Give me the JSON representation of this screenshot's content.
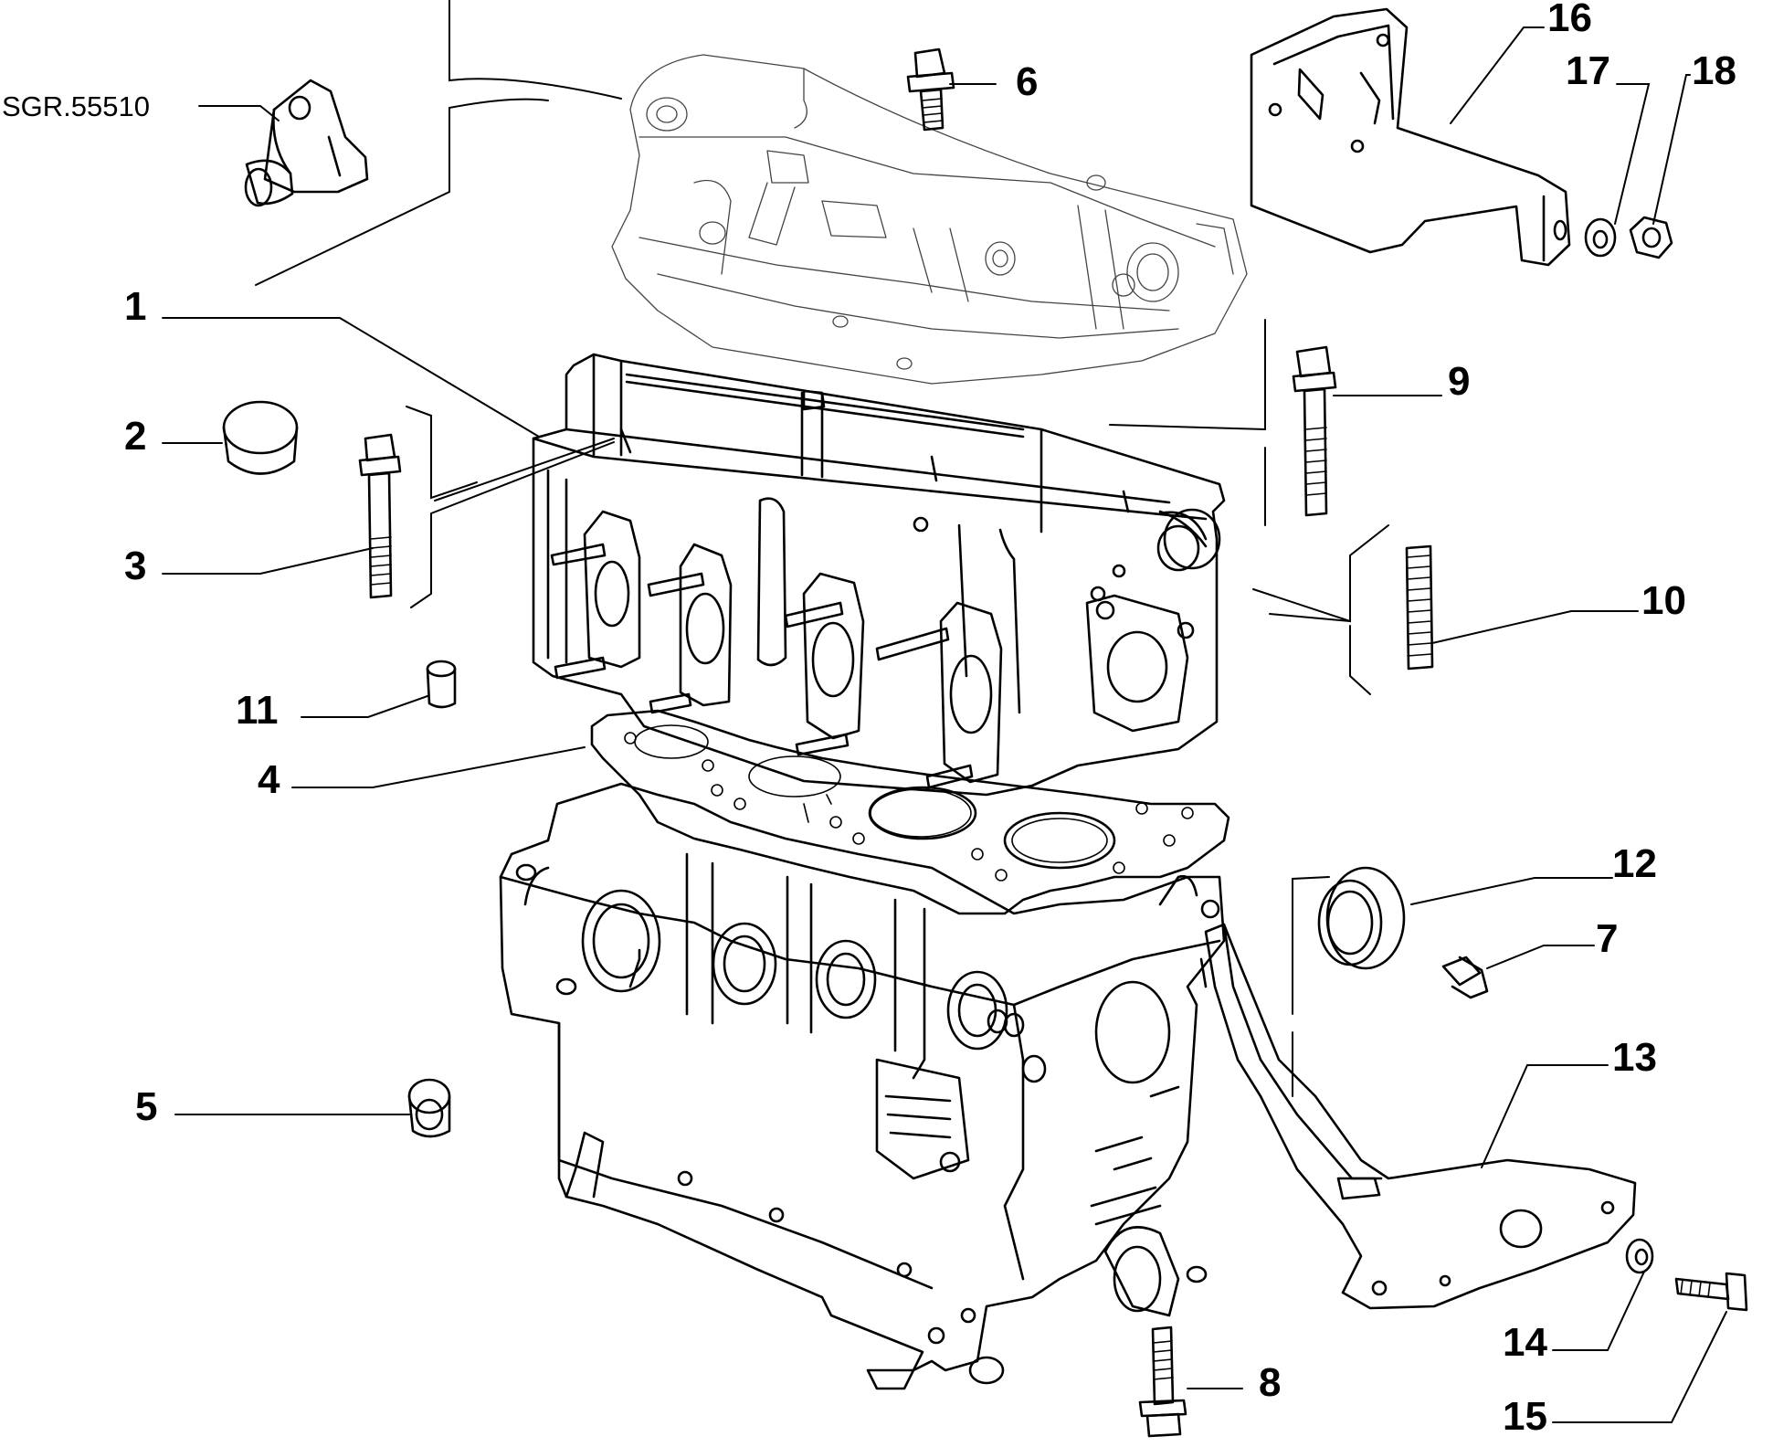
{
  "diagram": {
    "ref_code": "SGR.55510",
    "callouts": {
      "c1": "1",
      "c2": "2",
      "c3": "3",
      "c4": "4",
      "c5": "5",
      "c6": "6",
      "c7": "7",
      "c8": "8",
      "c9": "9",
      "c10": "10",
      "c11": "11",
      "c12": "12",
      "c13": "13",
      "c14": "14",
      "c15": "15",
      "c16": "16",
      "c17": "17",
      "c18": "18"
    }
  }
}
